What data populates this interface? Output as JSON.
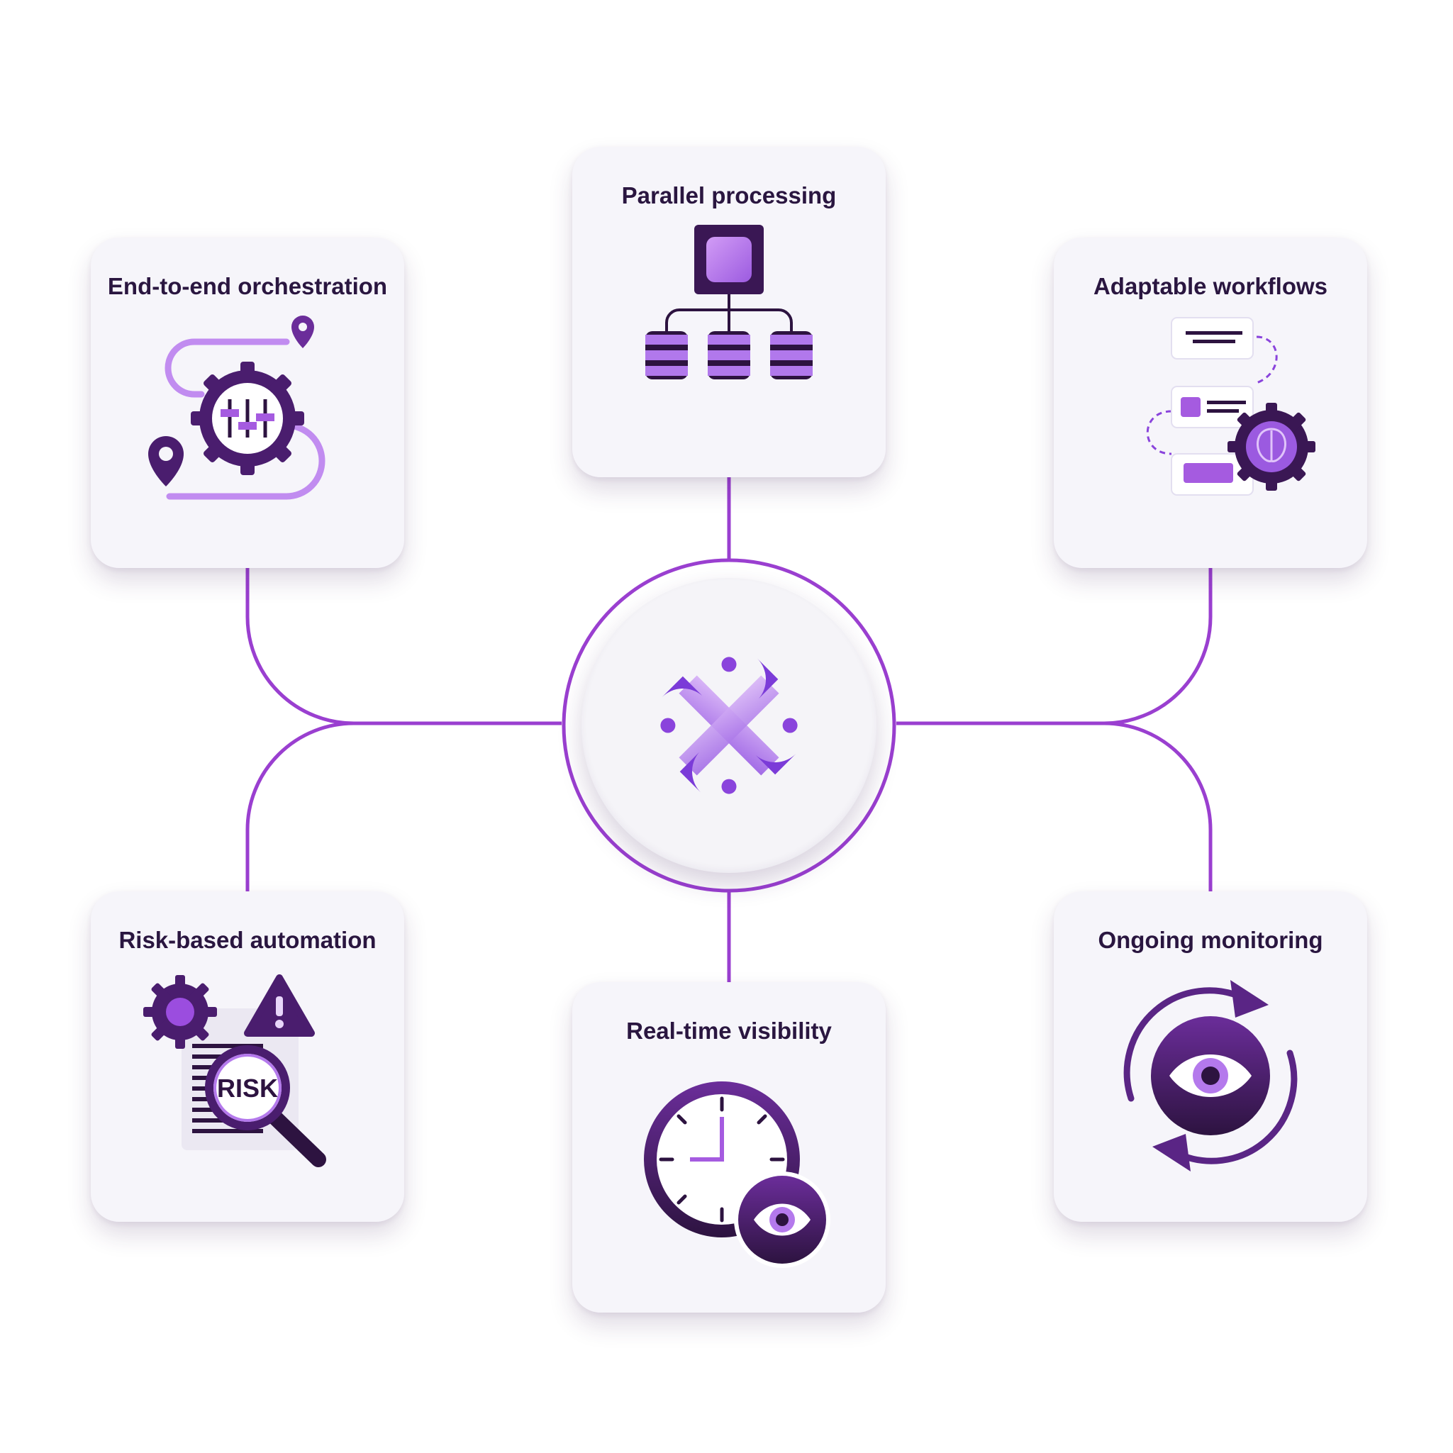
{
  "colors": {
    "connector": "#9a3fd0",
    "card_bg": "#f6f5fa",
    "title_text": "#2a1640",
    "dark_purple": "#2d1340",
    "mid_purple": "#6b2d9a",
    "light_purple": "#b98aea"
  },
  "hub": {
    "icon": "central-logo-icon"
  },
  "cards": [
    {
      "id": "orchestration",
      "title": "End-to-end orchestration",
      "icon": "gear-route-icon"
    },
    {
      "id": "parallel",
      "title": "Parallel processing",
      "icon": "processor-databases-icon"
    },
    {
      "id": "adaptable",
      "title": "Adaptable workflows",
      "icon": "workflow-brain-gear-icon"
    },
    {
      "id": "risk",
      "title": "Risk-based automation",
      "icon": "risk-magnifier-icon",
      "icon_text": "RISK"
    },
    {
      "id": "realtime",
      "title": "Real-time visibility",
      "icon": "clock-eye-icon"
    },
    {
      "id": "monitoring",
      "title": "Ongoing monitoring",
      "icon": "eye-cycle-icon"
    }
  ]
}
